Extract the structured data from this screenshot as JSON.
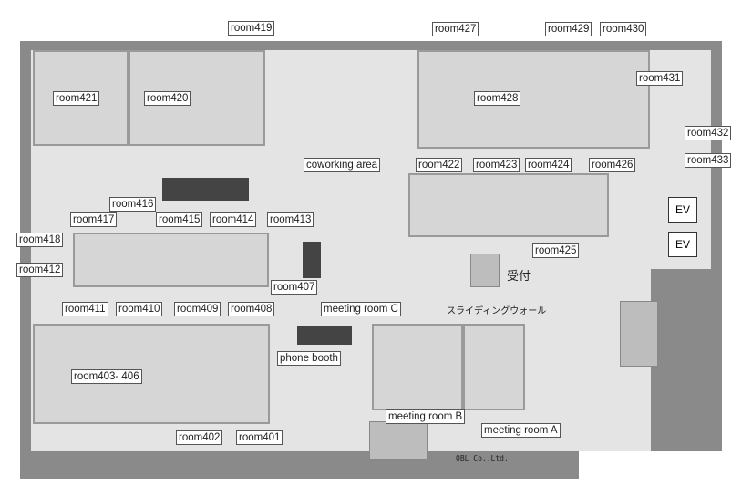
{
  "labels": [
    "room419",
    "room427",
    "room429",
    "room430",
    "room421",
    "room420",
    "room428",
    "room431",
    "room432",
    "room433",
    "coworking area",
    "room422",
    "room423",
    "room424",
    "room426",
    "room416",
    "room417",
    "room415",
    "room414",
    "room413",
    "room418",
    "room412",
    "room425",
    "room407",
    "room411",
    "room410",
    "room409",
    "room408",
    "meeting room C",
    "phone booth",
    "room403- 406",
    "meeting room  B",
    "meeting room A",
    "room402",
    "room401"
  ],
  "sliding_wall": "スライディングウォール",
  "reception": "受付",
  "elevators": [
    "EV",
    "EV"
  ],
  "company": "OBL Co.,Ltd."
}
